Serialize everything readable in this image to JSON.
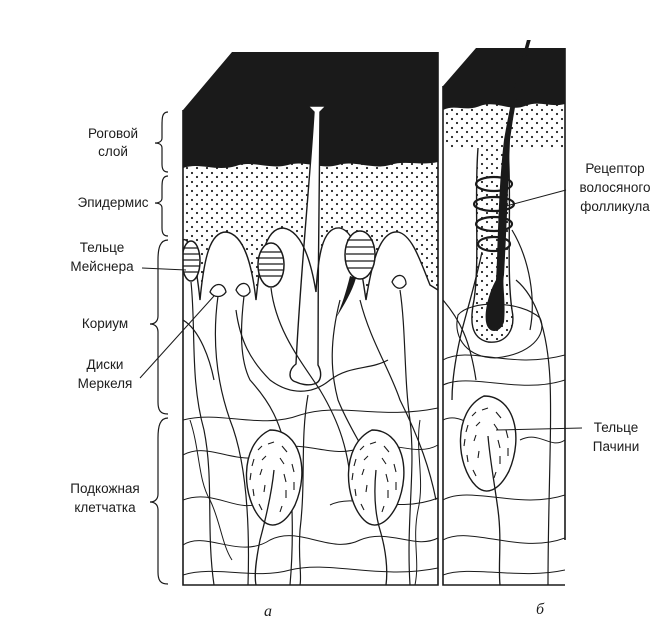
{
  "figure": {
    "panel_a_caption": "а",
    "panel_b_caption": "б",
    "labels": {
      "stratum_corneum_1": "Роговой",
      "stratum_corneum_2": "слой",
      "epidermis": "Эпидермис",
      "meissner_1": "Тельце",
      "meissner_2": "Мейснера",
      "corium": "Кориум",
      "merkel_1": "Диски",
      "merkel_2": "Меркеля",
      "subcutis_1": "Подкожная",
      "subcutis_2": "клетчатка",
      "follicle_receptor_1": "Рецептор",
      "follicle_receptor_2": "волосяного",
      "follicle_receptor_3": "фолликула",
      "pacini_1": "Тельце",
      "pacini_2": "Пачини"
    }
  }
}
